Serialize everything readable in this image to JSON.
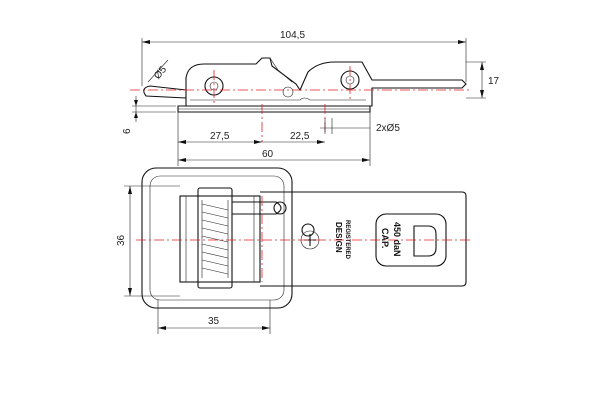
{
  "dimensions": {
    "overall_length": "104,5",
    "height": "17",
    "hole_diameter": "Ø5",
    "thickness": "6",
    "pin_offset": "27,5",
    "hole_spacing": "22,5",
    "mount_holes": "2xØ5",
    "base_length": "60",
    "width": "36",
    "spring_width": "35"
  },
  "marking": {
    "design_line1": "DESIGN",
    "design_line2": "REGISTERED",
    "capacity_line1": "CAP.",
    "capacity_line2": "450 daN"
  },
  "colors": {
    "outline": "#111111",
    "centerline": "#e0202a"
  }
}
